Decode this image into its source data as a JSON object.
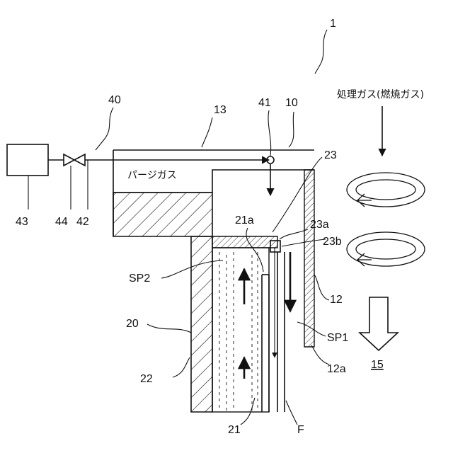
{
  "figure": {
    "labels": {
      "apparatus": "1",
      "purge_system": "40",
      "top_wall": "13",
      "purge_outlet": "41",
      "casing": "10",
      "cover": "23",
      "tank": "43",
      "valve": "44",
      "pipe": "42",
      "plate": "23a",
      "plate_edge": "23b",
      "inner_tube_top": "21a",
      "space2": "SP2",
      "holder": "20",
      "holder_wall": "22",
      "wall": "12",
      "space1": "SP1",
      "wall_end": "12a",
      "flow": "15",
      "tube": "21",
      "fiber": "F"
    },
    "text": {
      "purge_gas": "パージガス",
      "process_gas": "処理ガス(燃焼ガス)"
    }
  }
}
